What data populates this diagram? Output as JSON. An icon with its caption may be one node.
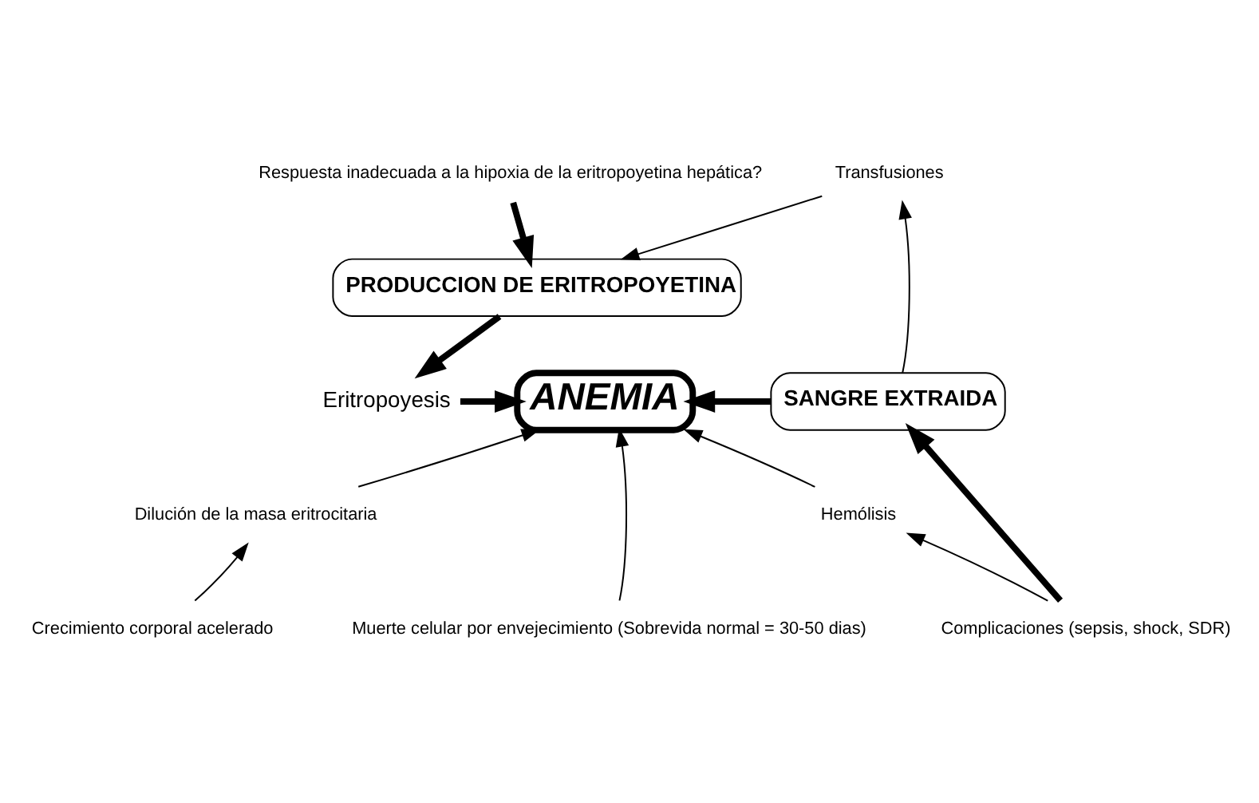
{
  "diagram": {
    "nodes": [
      {
        "text": [
          "Respuesta inadecuada a la hipoxia de la eritropoyetina hepática?"
        ]
      },
      {
        "text": [
          "PRODUCCION DE ERITROPOYETINA"
        ]
      },
      {
        "text": [
          "Eritropoyesis"
        ]
      },
      {
        "text": [
          "ANEMIA"
        ]
      },
      {
        "text": [
          "Transfusiones"
        ]
      },
      {
        "text": [
          "SANGRE EXTRAIDA"
        ]
      },
      {
        "text": [
          "Dilución de la masa eritrocitaria"
        ]
      },
      {
        "text": [
          "Crecimiento corporal acelerado"
        ]
      },
      {
        "text": [
          "Muerte celular por envejecimiento (Sobrevida normal = 30-50 dias)"
        ]
      },
      {
        "text": [
          "Hemólisis"
        ]
      },
      {
        "text": [
          "Complicaciones (sepsis, shock, SDR)"
        ]
      }
    ],
    "edges": [
      {
        "from": 0,
        "to": 1,
        "arrow": "to",
        "style": "thick"
      },
      {
        "from": 4,
        "to": 1,
        "arrow": "to"
      },
      {
        "from": 1,
        "to": 2,
        "arrow": "to",
        "style": "thick"
      },
      {
        "from": 2,
        "to": 3,
        "arrow": "to",
        "style": "thick"
      },
      {
        "from": 5,
        "to": 3,
        "arrow": "to",
        "style": "thick"
      },
      {
        "from": 5,
        "to": 4,
        "arrow": "to"
      },
      {
        "from": 6,
        "to": 3,
        "arrow": "to"
      },
      {
        "from": 8,
        "to": 3,
        "arrow": "to"
      },
      {
        "from": 9,
        "to": 3,
        "arrow": "to"
      },
      {
        "from": 7,
        "to": 6,
        "arrow": "to"
      },
      {
        "from": 10,
        "to": 9,
        "arrow": "to"
      },
      {
        "from": 10,
        "to": 5,
        "arrow": "to",
        "style": "thick"
      }
    ]
  }
}
